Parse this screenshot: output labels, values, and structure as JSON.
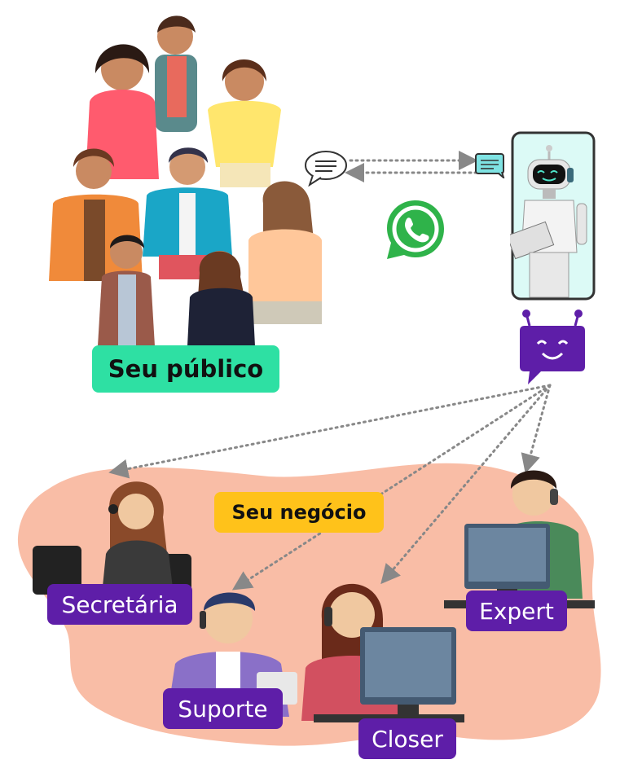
{
  "labels": {
    "audience": "Seu público",
    "business": "Seu negócio",
    "secretaria": "Secretária",
    "expert": "Expert",
    "suporte": "Suporte",
    "closer": "Closer"
  },
  "colors": {
    "audience_label": "#2ee0a3",
    "business_label": "#ffc21a",
    "role_label": "#5e1ea8",
    "business_blob": "#f9bda6",
    "whatsapp": "#2fb34a",
    "bot_badge": "#5e1ea8",
    "arrow": "#888888"
  },
  "icons": [
    "speech-bubble-icon",
    "chat-bubble-icon",
    "whatsapp-icon",
    "robot-phone-icon",
    "bot-badge-icon"
  ]
}
